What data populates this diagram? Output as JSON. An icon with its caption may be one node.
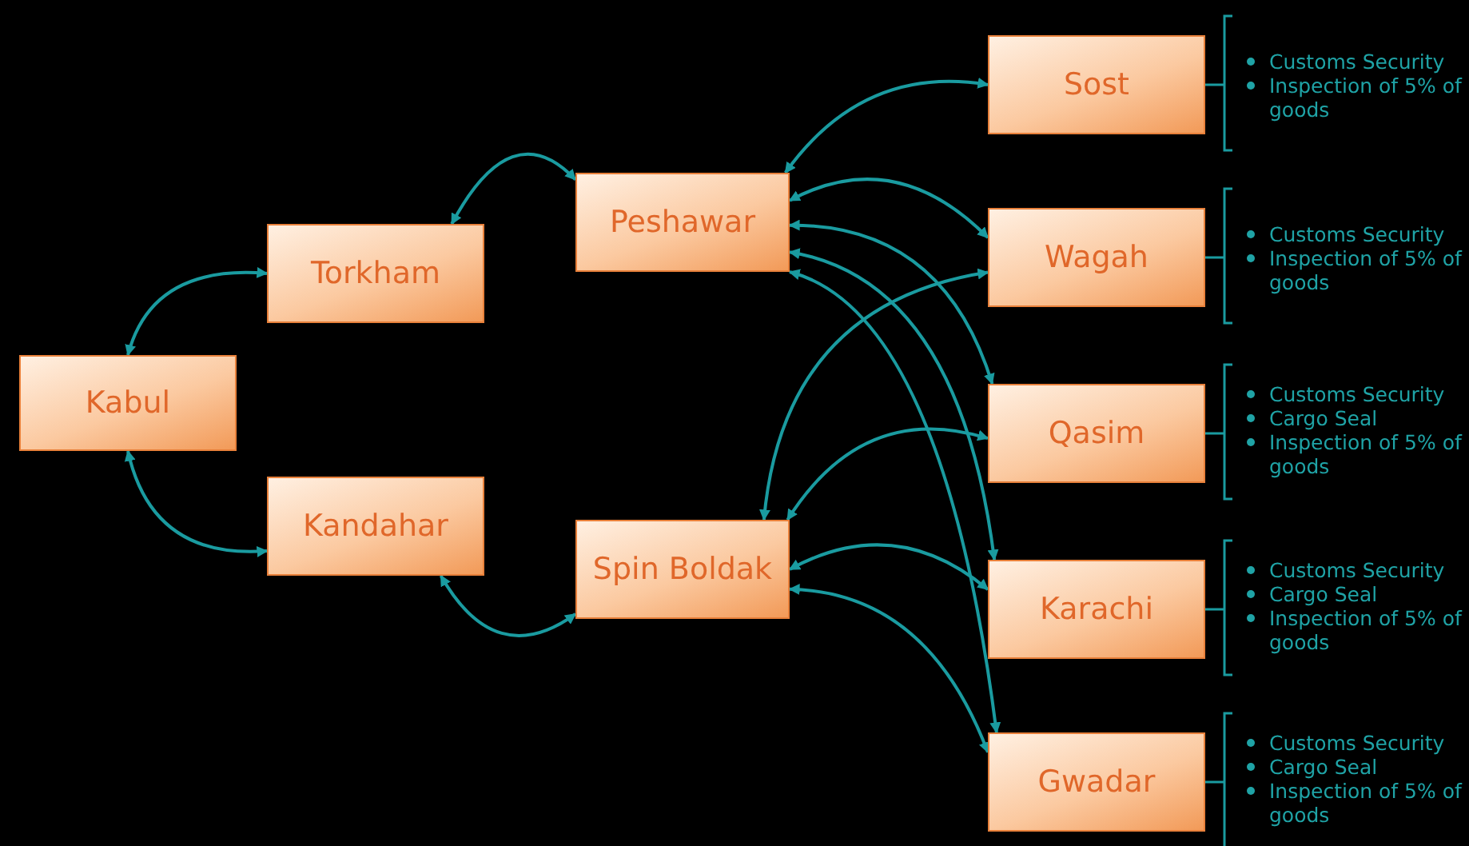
{
  "diagram": {
    "nodes": [
      {
        "text": [
          "Kabul"
        ]
      },
      {
        "text": [
          "Torkham"
        ]
      },
      {
        "text": [
          "Kandahar"
        ]
      },
      {
        "text": [
          "Peshawar"
        ]
      },
      {
        "text": [
          "Spin Boldak"
        ]
      },
      {
        "text": [
          "Sost"
        ],
        "beside": [
          "Customs Security",
          "Inspection of 5% of goods"
        ]
      },
      {
        "text": [
          "Wagah"
        ],
        "beside": [
          "Customs Security",
          "Inspection of 5% of goods"
        ]
      },
      {
        "text": [
          "Qasim"
        ],
        "beside": [
          "Customs Security",
          "Cargo Seal",
          "Inspection of 5% of goods"
        ]
      },
      {
        "text": [
          "Karachi"
        ],
        "beside": [
          "Customs Security",
          "Cargo Seal",
          "Inspection of 5% of goods"
        ]
      },
      {
        "text": [
          "Gwadar"
        ],
        "beside": [
          "Customs Security",
          "Cargo Seal",
          "Inspection of 5% of goods"
        ]
      }
    ],
    "edges": [
      {
        "from": 0,
        "to": 1,
        "arrow": "both"
      },
      {
        "from": 0,
        "to": 2,
        "arrow": "both"
      },
      {
        "from": 1,
        "to": 3,
        "arrow": "both"
      },
      {
        "from": 2,
        "to": 4,
        "arrow": "both"
      },
      {
        "from": 3,
        "to": 5,
        "arrow": "both"
      },
      {
        "from": 3,
        "to": 6,
        "arrow": "both"
      },
      {
        "from": 3,
        "to": 7,
        "arrow": "both"
      },
      {
        "from": 3,
        "to": 8,
        "arrow": "both"
      },
      {
        "from": 3,
        "to": 9,
        "arrow": "both"
      },
      {
        "from": 4,
        "to": 6,
        "arrow": "both"
      },
      {
        "from": 4,
        "to": 7,
        "arrow": "both"
      },
      {
        "from": 4,
        "to": 8,
        "arrow": "both"
      },
      {
        "from": 4,
        "to": 9,
        "arrow": "both"
      }
    ]
  }
}
